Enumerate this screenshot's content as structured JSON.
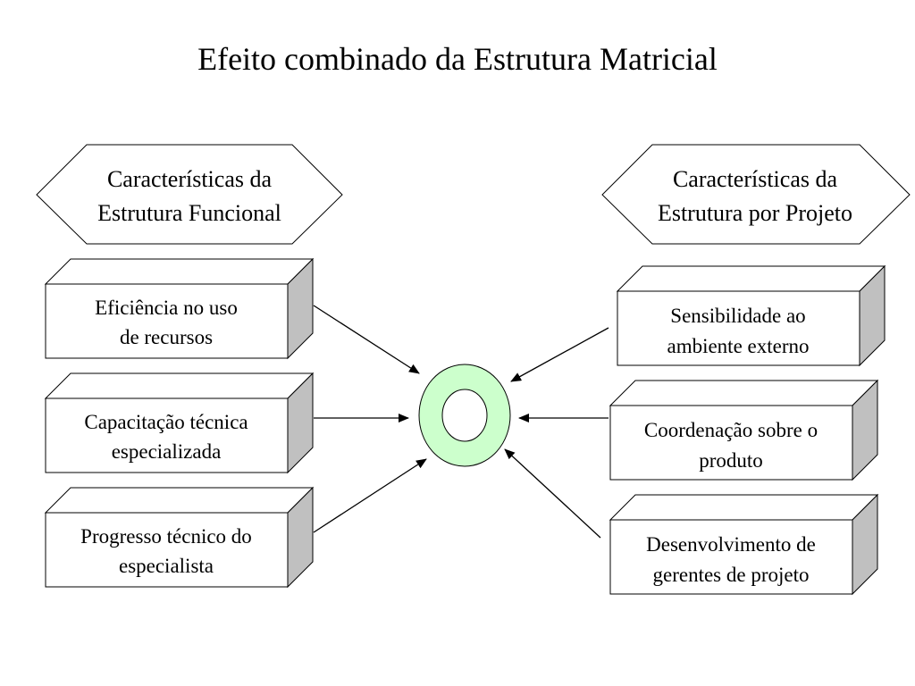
{
  "title": "Efeito combinado da Estrutura Matricial",
  "colors": {
    "ring_fill": "#ccffcc",
    "box_side": "#c0c0c0",
    "stroke": "#000000"
  },
  "left": {
    "header": [
      "Características da",
      "Estrutura Funcional"
    ],
    "boxes": [
      [
        "Eficiência no uso",
        "de recursos"
      ],
      [
        "Capacitação técnica",
        "especializada"
      ],
      [
        "Progresso técnico do",
        "especialista"
      ]
    ]
  },
  "right": {
    "header": [
      "Características da",
      "Estrutura por Projeto"
    ],
    "boxes": [
      [
        "Sensibilidade ao",
        "ambiente externo"
      ],
      [
        "Coordenação sobre o",
        "produto"
      ],
      [
        "Desenvolvimento de",
        "gerentes de projeto"
      ]
    ]
  }
}
